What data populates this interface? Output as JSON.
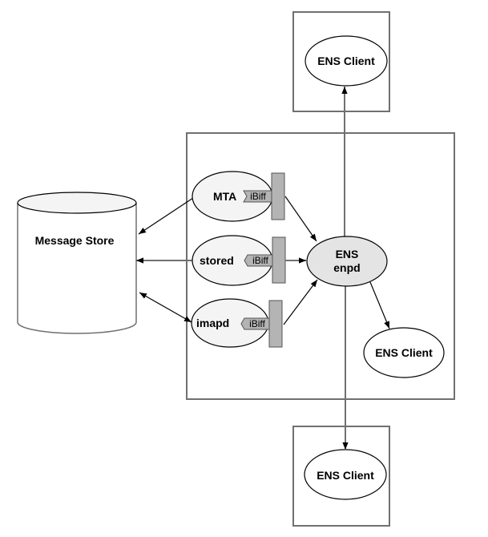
{
  "diagram": {
    "message_store": {
      "label": "Message Store"
    },
    "processes": [
      {
        "label": "MTA",
        "plugin": "iBiff"
      },
      {
        "label": "stored",
        "plugin": "iBiff"
      },
      {
        "label": "imapd",
        "plugin": "iBiff"
      }
    ],
    "ens_server": {
      "line1": "ENS",
      "line2": "enpd"
    },
    "clients": {
      "top": "ENS Client",
      "inner": "ENS Client",
      "bottom": "ENS Client"
    },
    "colors": {
      "process_fill": "#f4f4f4",
      "server_fill": "#e4e4e4",
      "plugin_fill": "#b4b4b4",
      "box_stroke": "#707070"
    }
  }
}
